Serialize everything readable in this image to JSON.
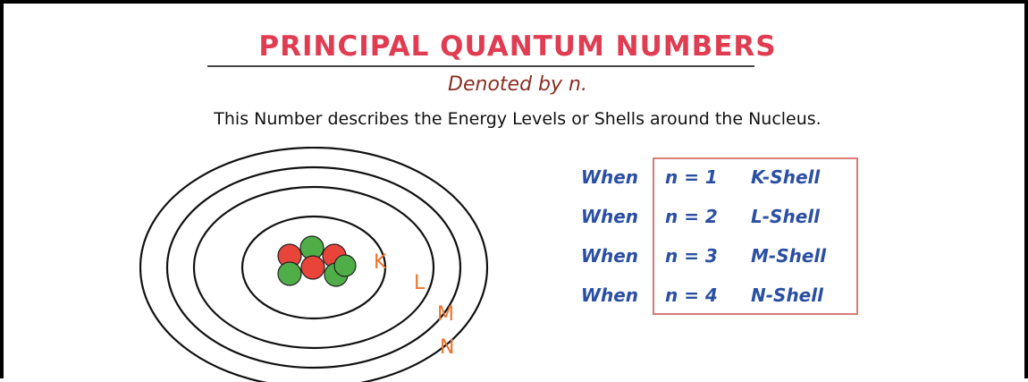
{
  "title": "PRINCIPAL QUANTUM NUMBERS",
  "subtitle": "Denoted by n.",
  "description": "This Number describes the Energy Levels or Shells around the Nucleus.",
  "atom": {
    "shell_labels": [
      "K",
      "L",
      "M",
      "N"
    ],
    "proton_color": "#e8443a",
    "neutron_color": "#4fae48",
    "label_color": "#e8742c"
  },
  "shells": [
    {
      "when": "When",
      "n": "n = 1",
      "shell": "K-Shell"
    },
    {
      "when": "When",
      "n": "n = 2",
      "shell": "L-Shell"
    },
    {
      "when": "When",
      "n": "n = 3",
      "shell": "M-Shell"
    },
    {
      "when": "When",
      "n": "n = 4",
      "shell": "N-Shell"
    }
  ],
  "colors": {
    "title": "#e03c52",
    "subtitle": "#8a2d22",
    "table_text": "#2a4fa3",
    "table_border": "#d77c79"
  }
}
